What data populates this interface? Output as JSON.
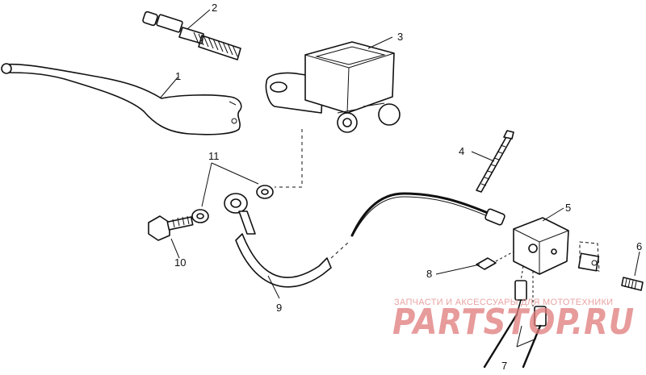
{
  "callouts": {
    "c1": "1",
    "c2": "2",
    "c3": "3",
    "c4": "4",
    "c5": "5",
    "c6": "6",
    "c7": "7",
    "c8": "8",
    "c9": "9",
    "c10": "10",
    "c11": "11"
  },
  "watermark": {
    "tagline": "ЗАПЧАСТИ И АКСЕССУАРЫ ДЛЯ МОТОТЕХНИКИ",
    "brand": "PARTSTOP.RU",
    "color": "#e07a7a"
  }
}
